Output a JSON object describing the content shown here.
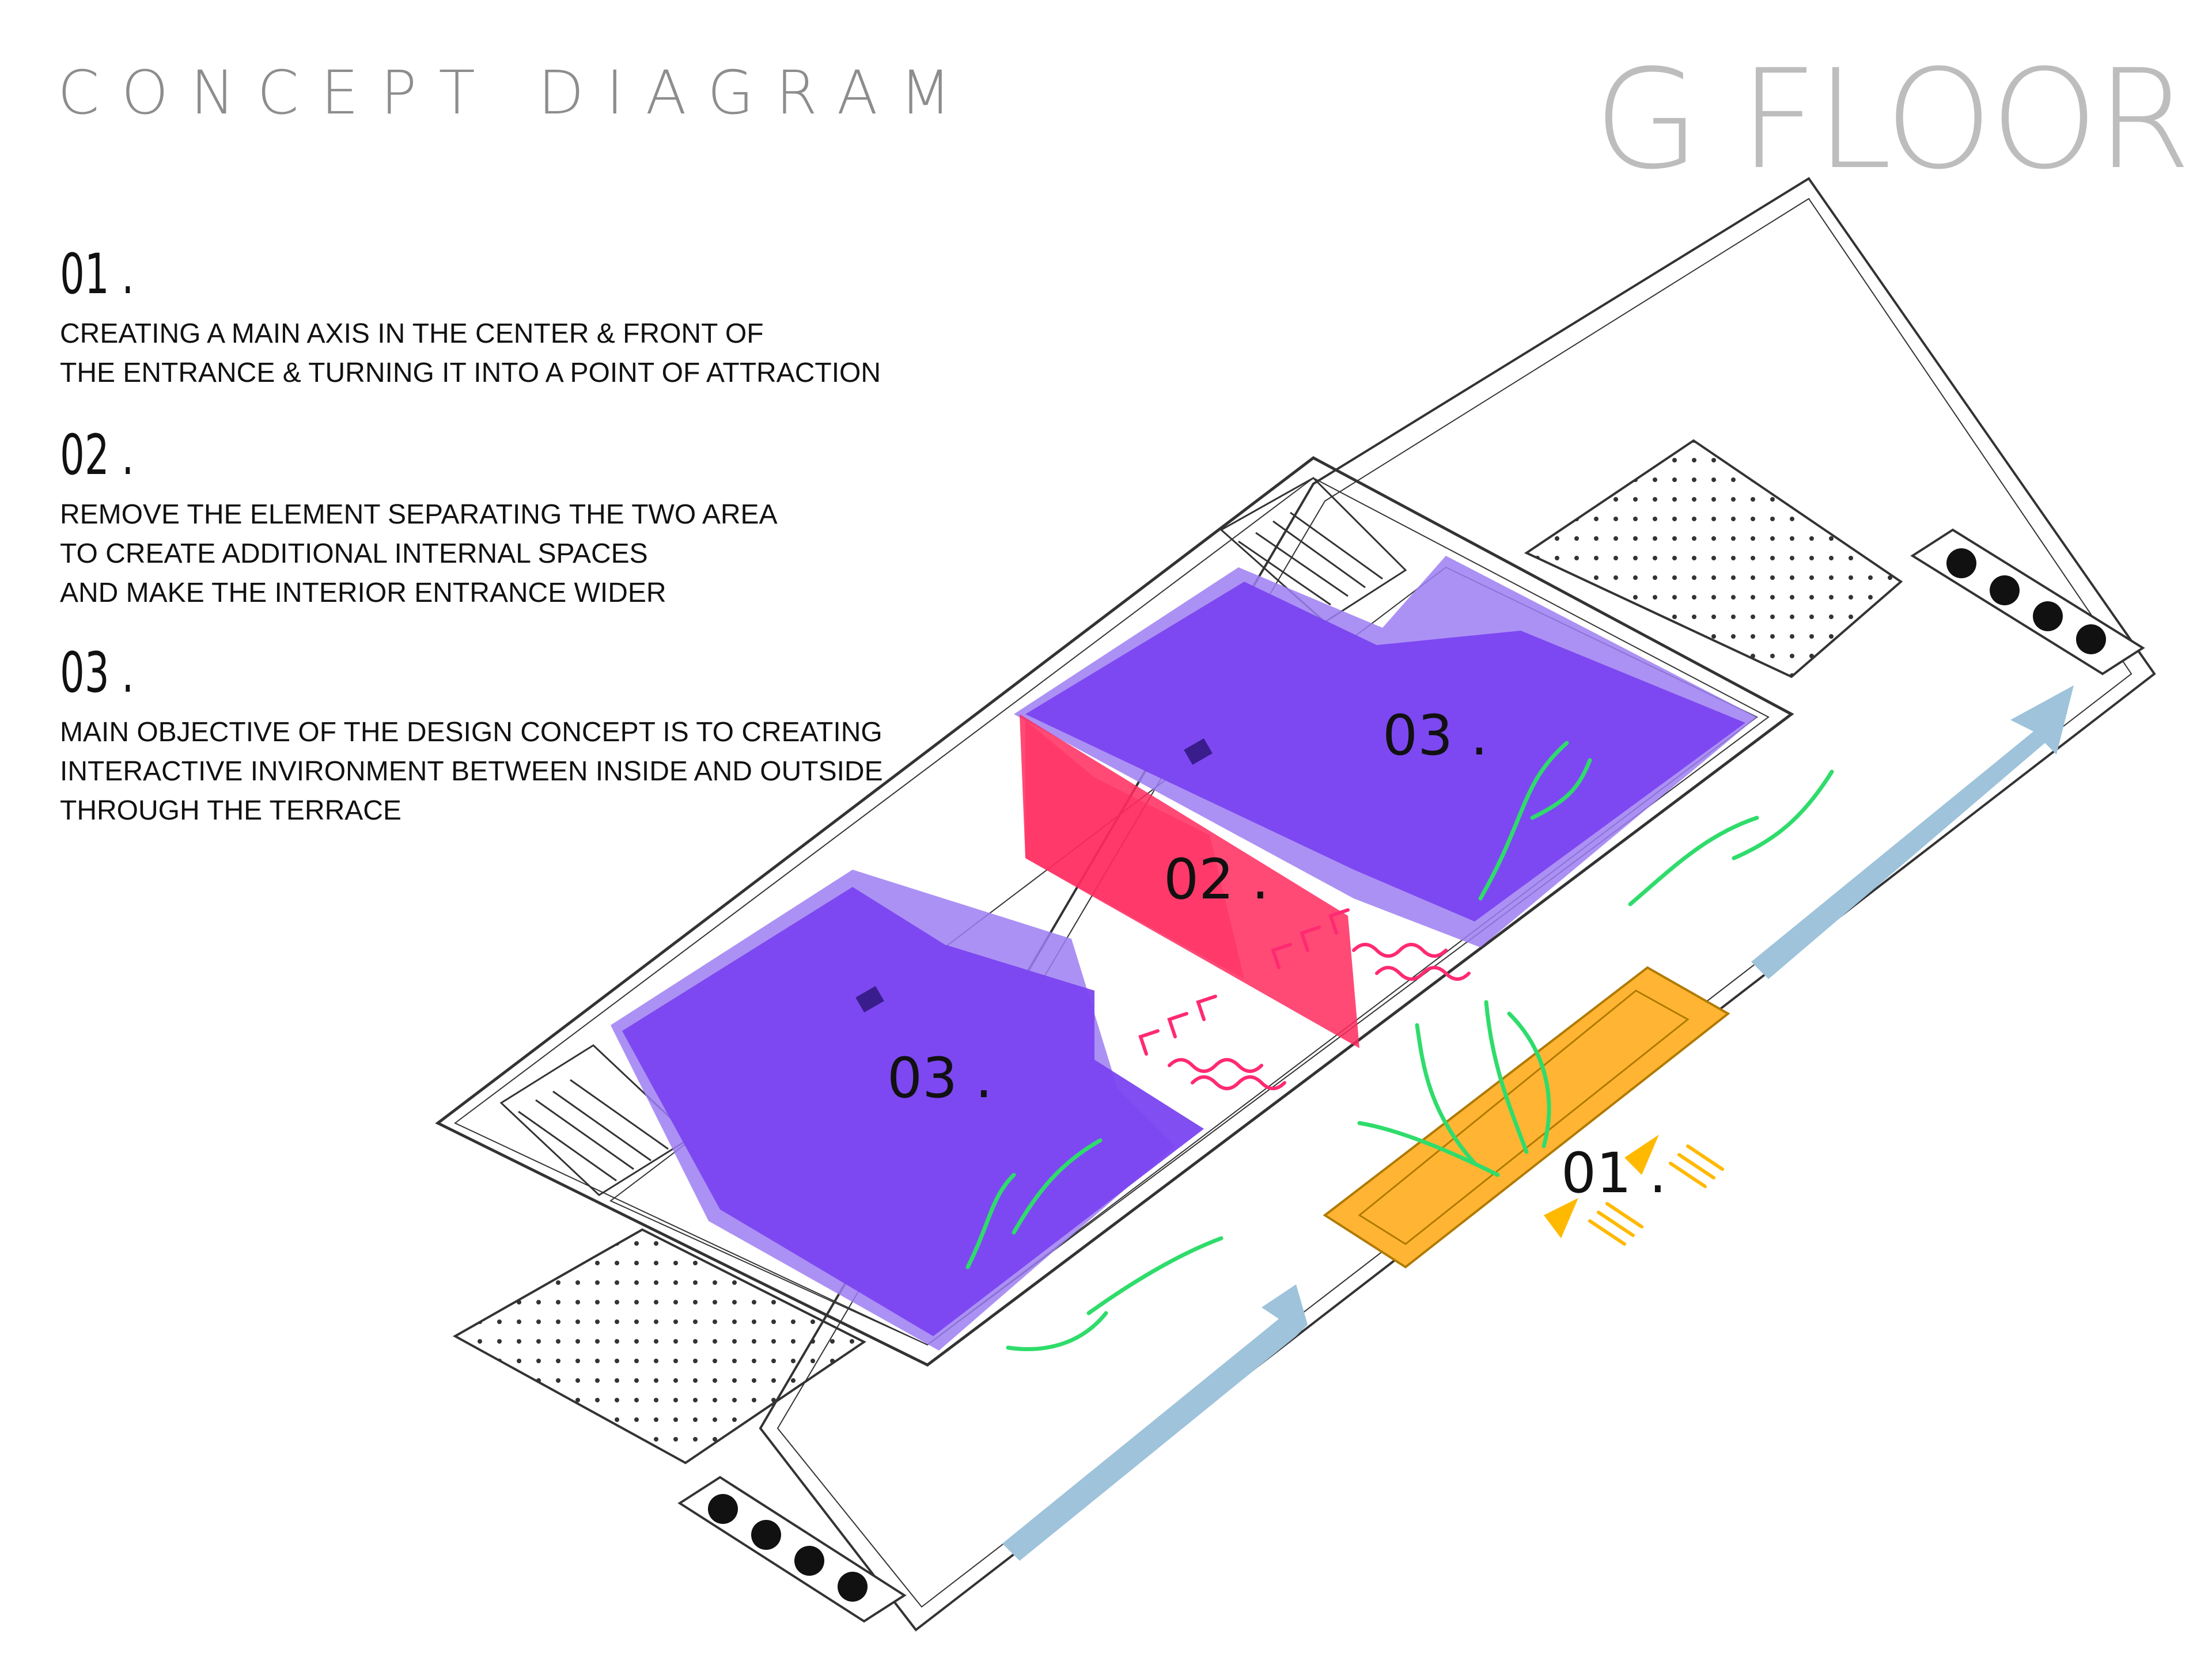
{
  "header": {
    "title": "CONCEPT DIAGRAM",
    "floor": "G FLOOR"
  },
  "notes": [
    {
      "number": "01 .",
      "lines": [
        "CREATING A MAIN AXIS IN THE CENTER & FRONT OF",
        "THE ENTRANCE  & TURNING IT INTO A POINT OF ATTRACTION"
      ]
    },
    {
      "number": "02 .",
      "lines": [
        "REMOVE THE ELEMENT SEPARATING THE TWO AREA",
        "TO CREATE ADDITIONAL INTERNAL SPACES",
        "AND  MAKE THE INTERIOR ENTRANCE WIDER"
      ]
    },
    {
      "number": "03 .",
      "lines": [
        "MAIN OBJECTIVE OF THE DESIGN CONCEPT IS TO CREATING",
        "INTERACTIVE  INVIRONMENT BETWEEN INSIDE AND OUTSIDE",
        "THROUGH THE TERRACE"
      ]
    }
  ],
  "diagram": {
    "labels": {
      "zone_03_top": "03 .",
      "zone_02": "02 .",
      "zone_03_bottom": "03 .",
      "zone_01": "01 ."
    },
    "colors": {
      "zone_03": "#7a45f0",
      "zone_03_halo": "#9d7ef2",
      "zone_02": "#ff2a5e",
      "zone_01": "#ffb533",
      "axis_arrow": "#9ec3db",
      "flow_arrow": "#2fdc6b",
      "entry_arrow": "#ff2a72",
      "attract_arrow": "#ffb900",
      "outline": "#333333"
    }
  }
}
